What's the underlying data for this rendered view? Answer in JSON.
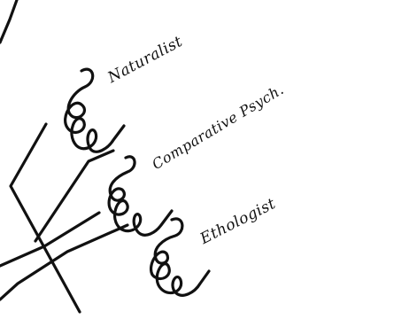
{
  "labels": {
    "naturalist": "Naturalist",
    "comparative_psych": "Comparative Psych.",
    "ethologist": "Ethologist"
  },
  "colors": {
    "ink": "#111111",
    "paper": "#ffffff"
  }
}
